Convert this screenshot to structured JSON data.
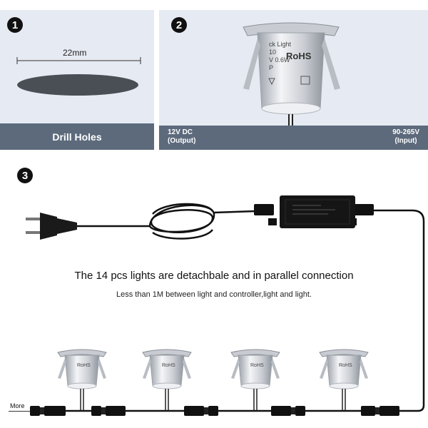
{
  "panel1": {
    "step_number": "1",
    "dimension_label": "22mm",
    "caption": "Drill Holes"
  },
  "panel2": {
    "step_number": "2",
    "light_label_lines": [
      "ck Light",
      "10",
      "V 0.6W",
      "P"
    ],
    "rohs_label": "RoHS",
    "output_label_line1": "12V DC",
    "output_label_line2": "(Output)",
    "input_label_line1": "90-265V",
    "input_label_line2": "(Input)"
  },
  "panel3": {
    "step_number": "3",
    "headline": "The 14 pcs lights are detachbale and in parallel connection",
    "subline": "Less than 1M between light and controller,light and light.",
    "more_label": "More",
    "lamp_rohs_label": "RoHS"
  },
  "colors": {
    "panel_bg": "#e6eaf2",
    "caption_bar": "#5c6a7c",
    "badge": "#111111"
  },
  "icons": [
    "plug-icon",
    "power-supply-icon",
    "deck-light-icon",
    "connector-icon"
  ]
}
